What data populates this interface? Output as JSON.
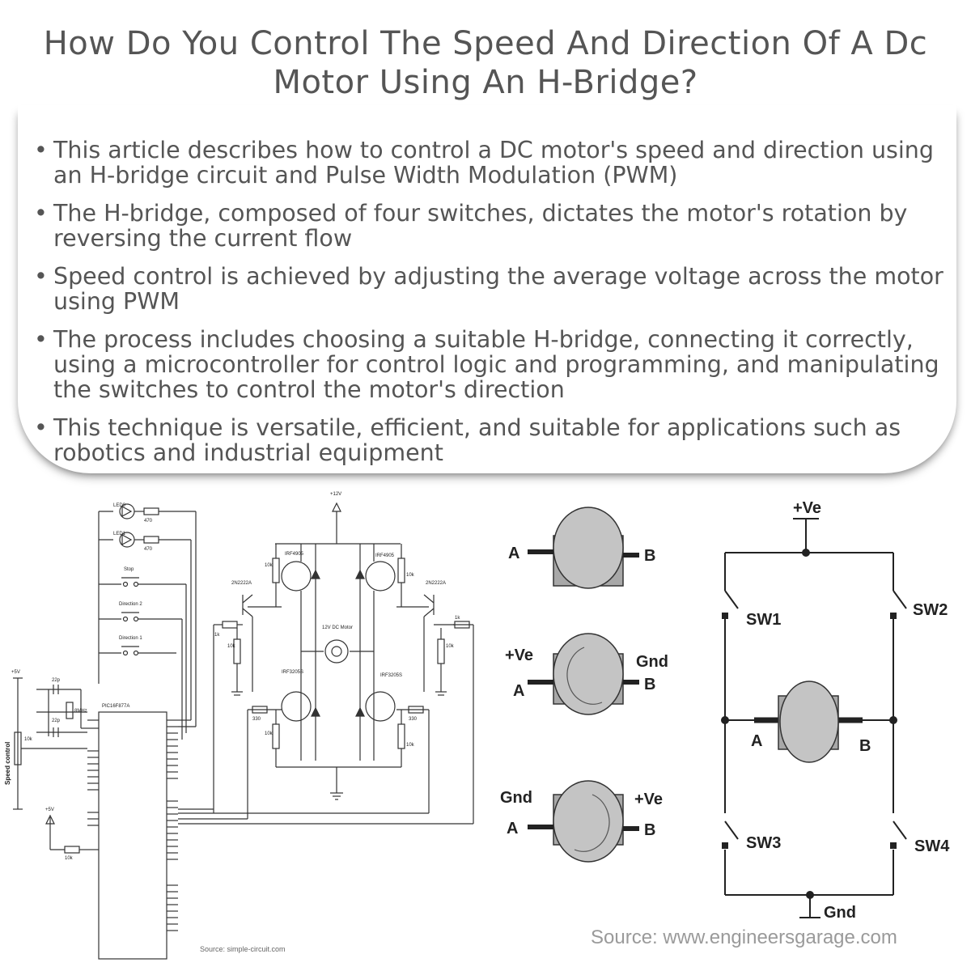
{
  "title": "How Do You Control The Speed And Direction Of A Dc Motor Using An H-Bridge?",
  "bullets": [
    "This article describes how to control a DC motor's speed and direction using an H-bridge circuit and Pulse Width Modulation (PWM)",
    "The H-bridge, composed of four switches, dictates the motor's rotation by reversing the current flow",
    "Speed control is achieved by adjusting the average voltage across the motor using PWM",
    "The process includes choosing a suitable H-bridge, connecting it correctly, using a microcontroller for control logic and programming, and manipulating the switches to control the motor's direction",
    "This technique is versatile, efficient, and suitable for applications such as robotics and industrial equipment"
  ],
  "schematic": {
    "supply": "+12V",
    "motor_label": "12V DC Motor",
    "mcu_label": "PIC16F877A",
    "crystal": "8MHz",
    "side_label": "Speed control",
    "v5": "+5V",
    "switches": [
      "Stop",
      "Direction 2",
      "Direction 1"
    ],
    "leds": [
      "LED0",
      "LED1"
    ],
    "r470": "470",
    "r10k": "10k",
    "r1k": "1k",
    "r330": "330",
    "c22p": "22p",
    "mosfet_p": "IRF4905",
    "mosfet_n": "IRF3205S",
    "npn": "2N2222A",
    "source": "Source: simple-circuit.com"
  },
  "motor_states": {
    "a": "A",
    "b": "B",
    "pos": "+Ve",
    "gnd": "Gnd"
  },
  "bridge": {
    "pos": "+Ve",
    "gnd": "Gnd",
    "a": "A",
    "b": "B",
    "sw": [
      "SW1",
      "SW2",
      "SW3",
      "SW4"
    ],
    "source": "Source: www.engineersgarage.com"
  }
}
